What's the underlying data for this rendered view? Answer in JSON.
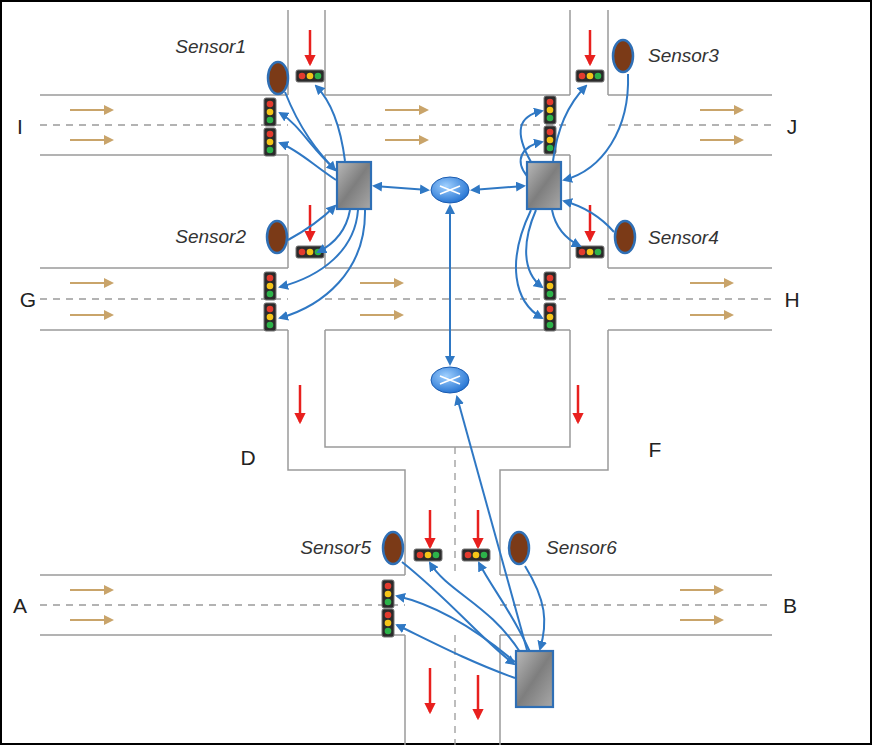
{
  "diagram": {
    "nodes": [
      {
        "text": [
          "Sensor1"
        ]
      },
      {
        "text": [
          "Sensor3"
        ]
      },
      {
        "text": [
          "Sensor2"
        ]
      },
      {
        "text": [
          "Sensor4"
        ]
      },
      {
        "text": [
          "Sensor5"
        ]
      },
      {
        "text": [
          "Sensor6"
        ]
      }
    ],
    "labels": [
      "I",
      "J",
      "G",
      "H",
      "D",
      "F",
      "A",
      "B"
    ]
  }
}
